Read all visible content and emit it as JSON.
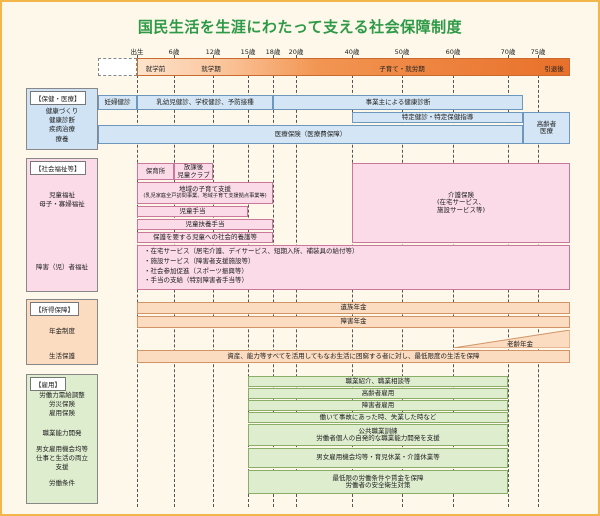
{
  "title": "国民生活を生涯にわたって支える社会保障制度",
  "ages": [
    "出生",
    "6歳",
    "12歳",
    "15歳",
    "18歳",
    "20歳",
    "40歳",
    "50歳",
    "60歳",
    "70歳",
    "75歳"
  ],
  "life_stages": {
    "preschool": "就学前",
    "school": "就学期",
    "work": "子育て・就労期",
    "retire": "引退後"
  },
  "health": {
    "header": "【保健・医療】",
    "labels": [
      "健康づくり",
      "健康診断",
      "疾病治療",
      "療養"
    ],
    "checkup": "妊婦健診",
    "child_checkup": "乳幼児健診、学校健診、予防接種",
    "employer_checkup": "事業主による健康診断",
    "specific_checkup": "特定健診・特定保健指導",
    "insurance": "医療保険（医療費保障）",
    "elderly": [
      "高齢者",
      "医療"
    ]
  },
  "welfare": {
    "header": "【社会福祉等】",
    "labels": [
      "児童福祉",
      "母子・寡婦福祉",
      "障害（児）者福祉"
    ],
    "nursery": "保育所",
    "afterschool": [
      "放課後",
      "児童クラブ"
    ],
    "local_support": [
      "地域の子育て支援",
      "(乳児家庭全戸訪問事業、地域子育て支援拠点事業等)"
    ],
    "child_allowance": "児童手当",
    "child_rearing": "児童扶養手当",
    "protection": "保護を要する児童への社会的養護等",
    "care": [
      "介護保険",
      "(在宅サービス、",
      "施設サービス等)"
    ],
    "disability": [
      "・在宅サービス（居宅介護、デイサービス、短期入所、補装具の給付等）",
      "・施設サービス（障害者支援施設等）",
      "・社会参加促進（スポーツ振興等）",
      "・手当の支給（特別障害者手当等）"
    ]
  },
  "income": {
    "header": "【所得保障】",
    "labels": [
      "年金制度",
      "生活保護"
    ],
    "survivor": "遺族年金",
    "disability_pension": "障害年金",
    "old_age": "老齢年金",
    "livelihood": "資産、能力等すべてを活用してもなお生活に困窮する者に対し、最低限度の生活を保障"
  },
  "employment": {
    "header": "【雇用】",
    "labels": [
      "労働力需給調整",
      "労災保険",
      "雇用保険",
      "職業能力開発",
      "男女雇用機会均等",
      "仕事と生活の両立",
      "支援",
      "労働条件"
    ],
    "items": [
      "職業紹介、職業相談等",
      "高齢者雇用",
      "障害者雇用",
      "働いて事故にあった時、失業した時など",
      "公共職業訓練",
      "労働者個人の自発的な職業能力開発を支援",
      "男女雇用機会均等・育児休業・介護休業等",
      "最低限の労働条件や賃金を保障",
      "労働者の安全衛生対策"
    ]
  },
  "colors": {
    "accent": "#2e9a47",
    "frame": "#f2b64a",
    "health": "#d4e6f5",
    "welfare": "#fbdbe8",
    "income": "#fbdcc0",
    "employment": "#dfedcf"
  }
}
